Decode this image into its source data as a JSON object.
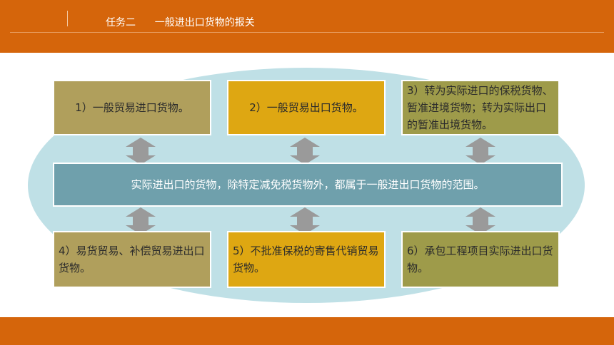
{
  "header": {
    "title": "任务二      一般进出口货物的报关"
  },
  "boxes": {
    "b1": "1）一般贸易进口货物。",
    "b2": "2）一般贸易出口货物。",
    "b3": "3）转为实际进口的保税货物、暂准进境货物；转为实际出口的暂准出境货物。",
    "center": "实际进出口的货物，除特定减免税货物外，都属于一般进出口货物的范围。",
    "b4": "4）易货贸易、补偿贸易进出口货物。",
    "b5": "5）不批准保税的寄售代销贸易货物。",
    "b6": "6）承包工程项目实际进出口货物。"
  },
  "colors": {
    "header_bar": "#d5650b",
    "ellipse": "#bfe0e6",
    "olive": "#b09f5c",
    "gold": "#dea712",
    "green": "#9e9b4a",
    "center_bar": "#6fa0ac",
    "arrow": "#9a9a9a"
  }
}
